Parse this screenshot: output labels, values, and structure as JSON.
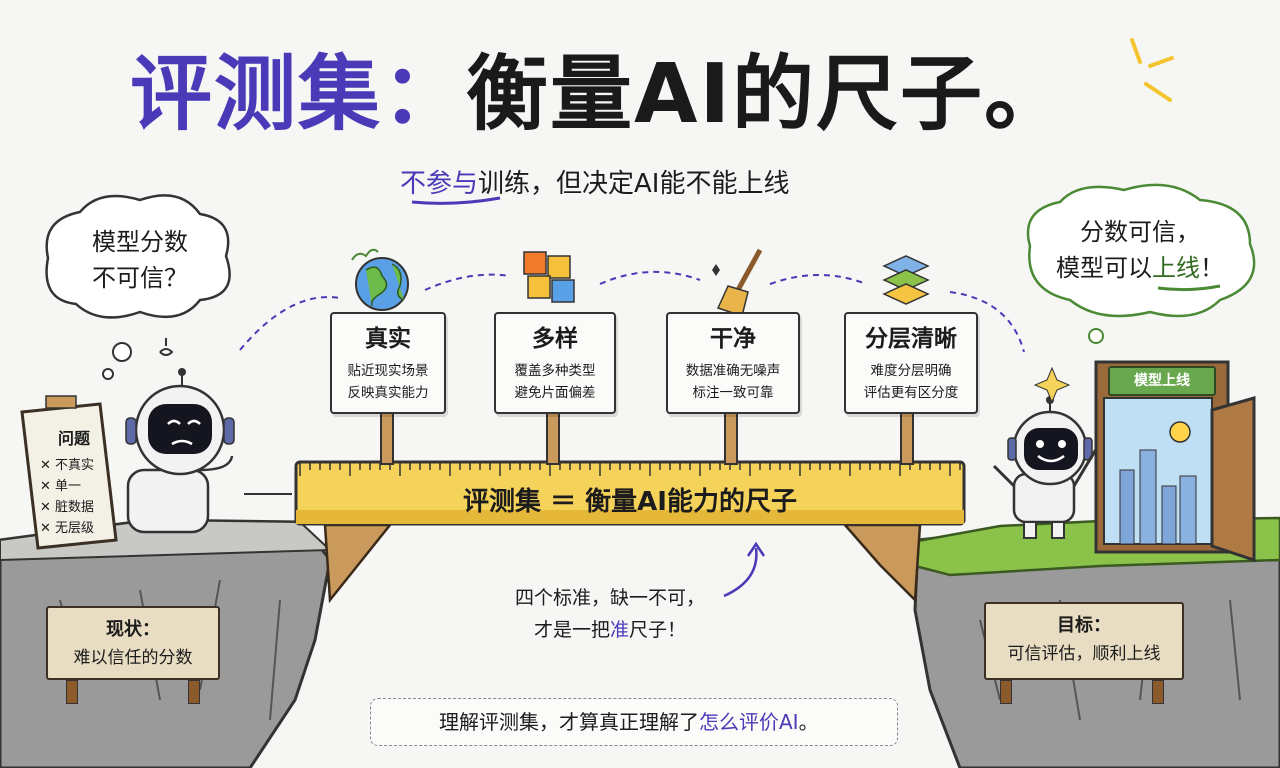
{
  "title": {
    "part1": "评测集",
    "colon": "：",
    "part2": "衡量AI的尺子。"
  },
  "subtitle": {
    "highlight": "不参与",
    "rest": "训练，但决定AI能不能上线"
  },
  "left_cloud": {
    "line1": "模型分数",
    "line2": "不可信？"
  },
  "right_cloud": {
    "line1": "分数可信，",
    "line2_pre": "模型可以",
    "line2_hl": "上线",
    "line2_end": "！"
  },
  "criteria": [
    {
      "title": "真实",
      "line1": "贴近现实场景",
      "line2": "反映真实能力",
      "icon": "globe-icon"
    },
    {
      "title": "多样",
      "line1": "覆盖多种类型",
      "line2": "避免片面偏差",
      "icon": "puzzle-icon"
    },
    {
      "title": "干净",
      "line1": "数据准确无噪声",
      "line2": "标注一致可靠",
      "icon": "broom-icon"
    },
    {
      "title": "分层清晰",
      "line1": "难度分层明确",
      "line2": "评估更有区分度",
      "icon": "layers-icon"
    }
  ],
  "ruler_text": "评测集 ＝ 衡量AI能力的尺子",
  "clipboard": {
    "title": "问题",
    "items": [
      "✕ 不真实",
      "✕ 单一",
      "✕ 脏数据",
      "✕ 无层级"
    ]
  },
  "left_board": {
    "line1": "现状：",
    "line2": "难以信任的分数"
  },
  "right_board": {
    "line1": "目标：",
    "line2": "可信评估，顺利上线"
  },
  "door_sign": "模型上线",
  "note": {
    "line1": "四个标准，缺一不可，",
    "line2_pre": "才是一把",
    "line2_hl": "准",
    "line2_end": "尺子！"
  },
  "footer": {
    "pre": "理解评测集，才算真正理解了",
    "hl": "怎么评价AI",
    "end": "。"
  },
  "colors": {
    "accent": "#4a3ab8",
    "ruler": "#f5d25a",
    "green_land": "#8bc34a",
    "cliff": "#8a8a8a"
  }
}
